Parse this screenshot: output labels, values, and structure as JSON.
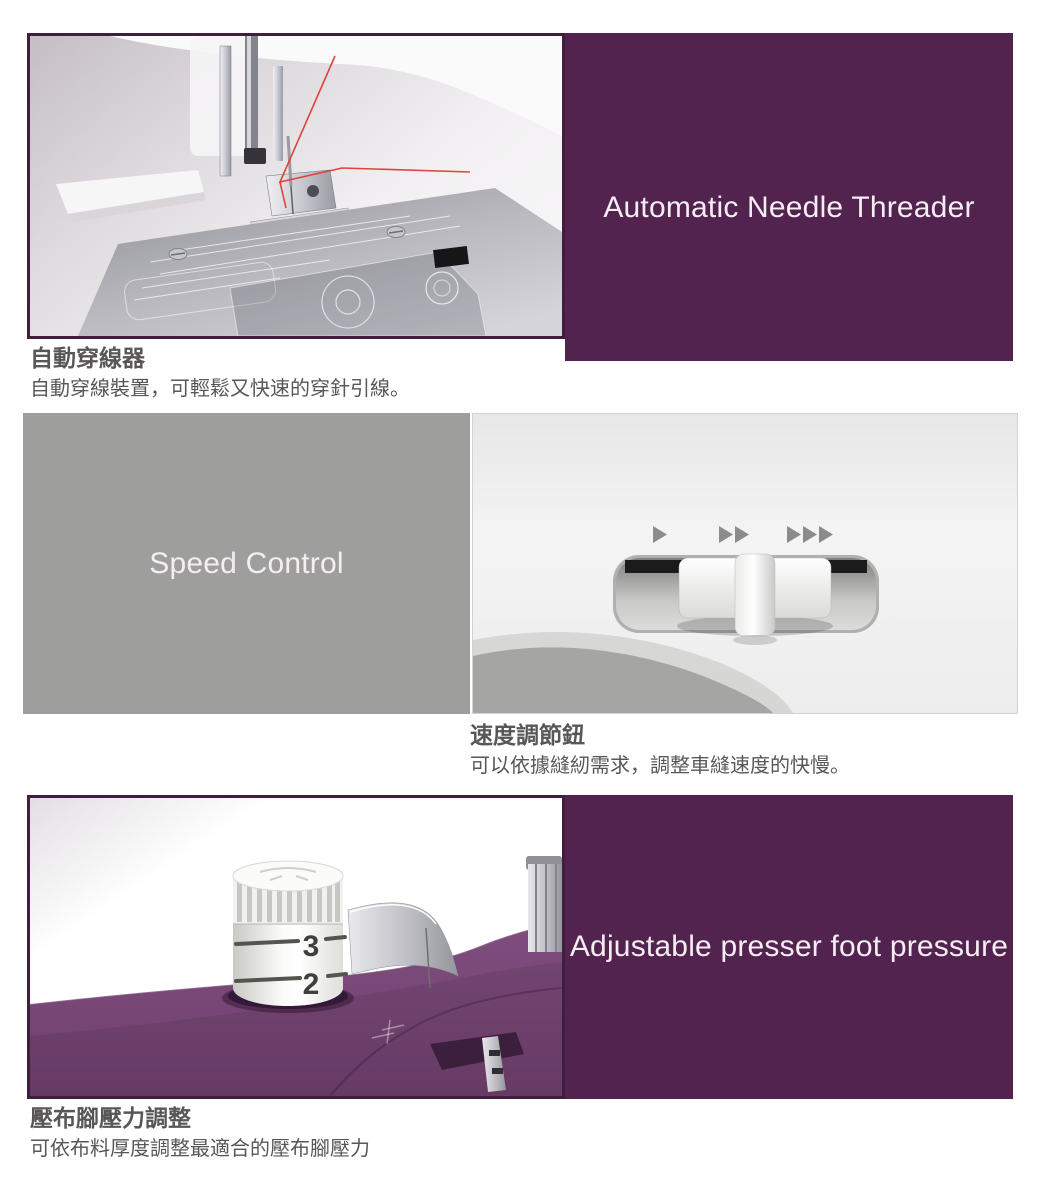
{
  "colors": {
    "purple_panel": "#52234f",
    "photo_frame": "#401e3e",
    "gray_panel": "#9e9e9c",
    "panel_text": "#f4eef3",
    "caption_text": "#595656",
    "thread_red": "#e0423c",
    "machine_body_purple": "#7f4e7e"
  },
  "icons": {
    "speed_low": "▶",
    "speed_mid": "▶▶",
    "speed_high": "▶▶▶"
  },
  "sections": {
    "needle_threader": {
      "panel_label": "Automatic Needle Threader",
      "caption_title": "自動穿線器",
      "caption_desc": "自動穿線裝置，可輕鬆又快速的穿針引線。"
    },
    "speed_control": {
      "panel_label": "Speed Control",
      "caption_title": "速度調節鈕",
      "caption_desc": "可以依據縫紉需求，調整車縫速度的快慢。"
    },
    "presser_foot": {
      "panel_label": "Adjustable presser foot pressure",
      "caption_title": "壓布腳壓力調整",
      "caption_desc": "可依布料厚度調整最適合的壓布腳壓力"
    }
  },
  "pressure_dial": {
    "numbers": [
      "3",
      "2"
    ]
  }
}
